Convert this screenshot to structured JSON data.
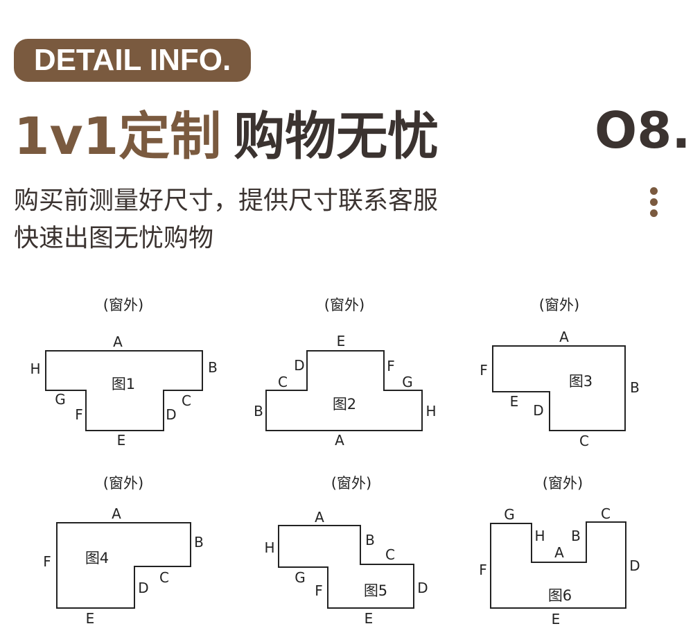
{
  "header": {
    "badge": "DETAIL INFO.",
    "title_part1": "1v1定制",
    "title_part2": "购物无忧",
    "section_number": "O8.",
    "subtitle_line1": "购买前测量好尺寸，提供尺寸联系客服",
    "subtitle_line2": "快速出图无忧购物"
  },
  "colors": {
    "accent": "#7a5a3f",
    "text": "#3b3330"
  },
  "diagrams": [
    {
      "window_label": "(窗外)",
      "figure": "图1",
      "sides": {
        "A": "A",
        "B": "B",
        "C": "C",
        "D": "D",
        "E": "E",
        "F": "F",
        "G": "G",
        "H": "H"
      }
    },
    {
      "window_label": "(窗外)",
      "figure": "图2",
      "sides": {
        "A": "A",
        "B": "B",
        "C": "C",
        "D": "D",
        "E": "E",
        "F": "F",
        "G": "G",
        "H": "H"
      }
    },
    {
      "window_label": "(窗外)",
      "figure": "图3",
      "sides": {
        "A": "A",
        "B": "B",
        "C": "C",
        "D": "D",
        "E": "E",
        "F": "F"
      }
    },
    {
      "window_label": "(窗外)",
      "figure": "图4",
      "sides": {
        "A": "A",
        "B": "B",
        "C": "C",
        "D": "D",
        "E": "E",
        "F": "F"
      }
    },
    {
      "window_label": "(窗外)",
      "figure": "图5",
      "sides": {
        "A": "A",
        "B": "B",
        "C": "C",
        "D": "D",
        "E": "E",
        "F": "F",
        "G": "G",
        "H": "H"
      }
    },
    {
      "window_label": "(窗外)",
      "figure": "图6",
      "sides": {
        "A": "A",
        "B": "B",
        "C": "C",
        "D": "D",
        "E": "E",
        "F": "F",
        "G": "G",
        "H": "H"
      }
    }
  ]
}
